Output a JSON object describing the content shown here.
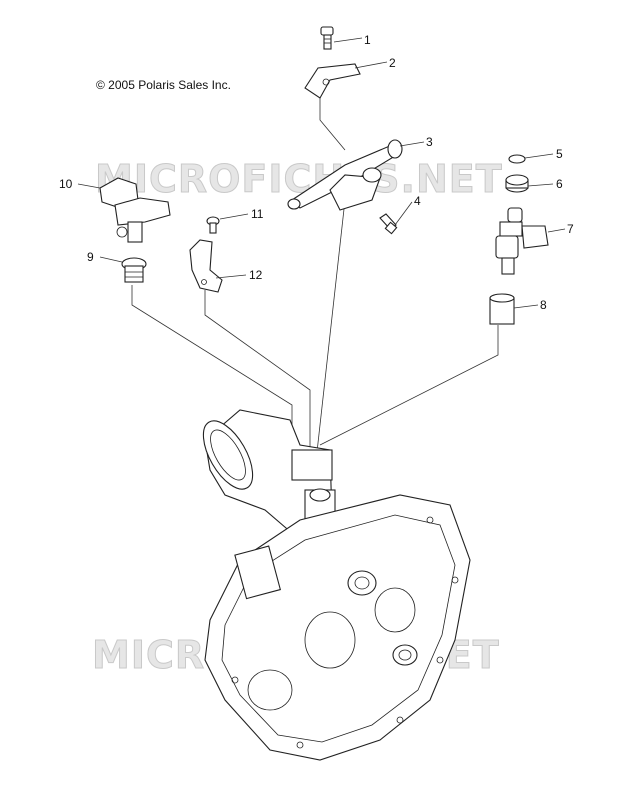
{
  "copyright": "© 2005 Polaris Sales Inc.",
  "watermark": "MICROFICHES.NET",
  "callouts": [
    "1",
    "2",
    "3",
    "4",
    "5",
    "6",
    "7",
    "8",
    "9",
    "10",
    "11",
    "12"
  ]
}
